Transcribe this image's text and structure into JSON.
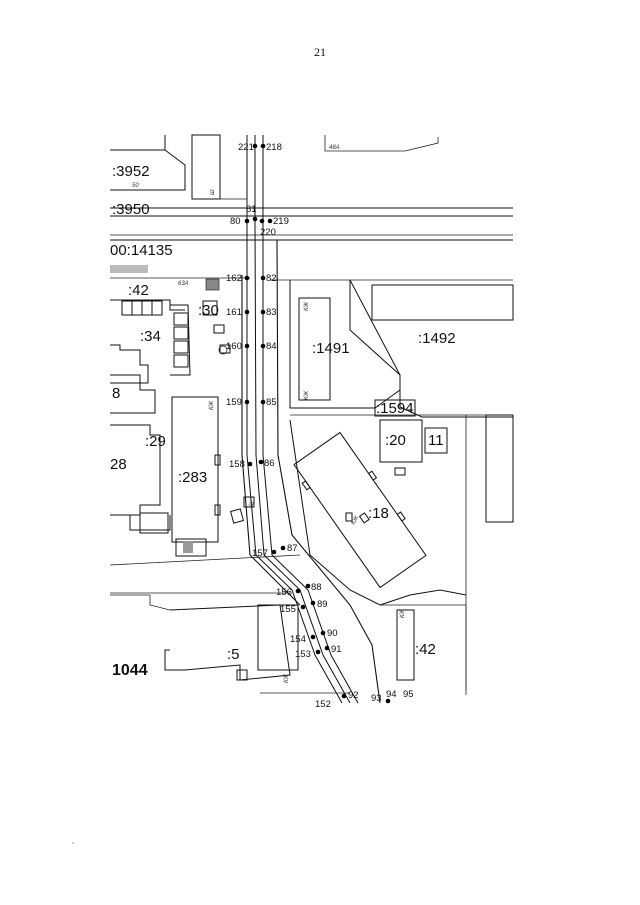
{
  "page": {
    "number": "21"
  },
  "map": {
    "parcels": [
      ":3952",
      ":3950",
      "00:14135",
      ":42",
      ":30",
      ":34",
      ":1491",
      ":1492",
      "8",
      ":29",
      "28",
      ":283",
      ":1594",
      ":20",
      "11",
      ":18",
      ":5",
      "1044",
      ":42"
    ],
    "points": [
      "221",
      "218",
      "81",
      "80",
      "219",
      "220",
      "162",
      "82",
      "161",
      "83",
      "160",
      "84",
      "159",
      "85",
      "158",
      "86",
      "157",
      "87",
      "88",
      "156",
      "89",
      "155",
      "90",
      "154",
      "91",
      "153",
      "92",
      "93",
      "94",
      "95",
      "152"
    ],
    "building_labels": [
      "48A",
      "50",
      "Ш",
      "63А",
      "КЖ",
      "КЖ",
      "Ш",
      "КЖ",
      "Ш",
      "КЖ",
      "КЖ",
      "КЖ"
    ]
  }
}
